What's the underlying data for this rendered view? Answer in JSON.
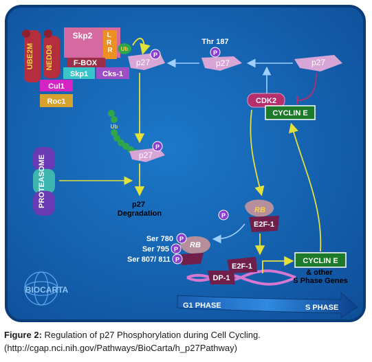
{
  "diagram": {
    "labels": {
      "skp2": "Skp2",
      "lrr": "LRR",
      "ub": "Ub",
      "fbox": "F-BOX",
      "skp1": "Skp1",
      "cks1": "Cks-1",
      "cul1": "Cul1",
      "roc1": "Roc1",
      "ube2m": "UBE2M",
      "nedd8": "NEDD8",
      "p27": "p27",
      "p": "P",
      "thr187": "Thr 187",
      "cdk2": "CDK2",
      "cyclin_e": "CYCLIN E",
      "proteasome": "PROTEASOME",
      "degradation_line1": "p27",
      "degradation_line2": "Degradation",
      "rb": "RB",
      "e2f1": "E2F-1",
      "dp1": "DP-1",
      "ser780": "Ser 780",
      "ser795": "Ser 795",
      "ser807": "Ser 807/ 811",
      "other_line1": "& other",
      "other_line2": "S Phase Genes",
      "g1_phase": "G1 PHASE",
      "s_phase": "S PHASE",
      "logo": "BIOCARTA"
    },
    "colors": {
      "background": "#1565b4",
      "border": "#0a3c78",
      "p27": "#d8a6d6",
      "skp2": "#d46aa0",
      "lrr": "#ee8f22",
      "fbox": "#9b2f47",
      "skp1": "#38c4c8",
      "cks1": "#9f4fc6",
      "cul1": "#d425c4",
      "roc1": "#d7a12e",
      "ube2m": "#b42e3e",
      "cdk2": "#b42f6c",
      "cyclin_e": "#1d7a2a",
      "phospho": "#8a3fd1",
      "arrow_yellow": "#e4e03a",
      "arrow_light": "#9fd0ff"
    }
  },
  "caption": {
    "label": "Figure 2:",
    "text": " Regulation of p27 Phosphorylation during Cell Cycling. (http://cgap.nci.nih.gov/Pathways/BioCarta/h_p27Pathway)"
  }
}
